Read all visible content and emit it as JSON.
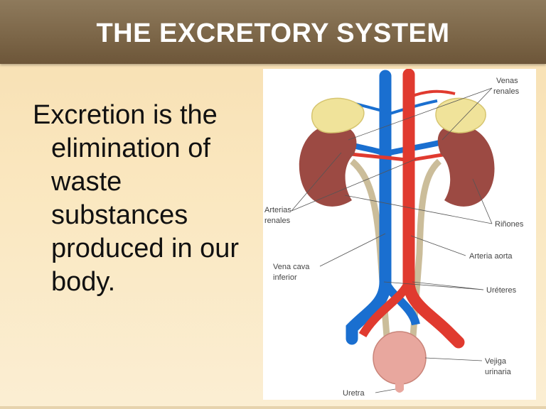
{
  "slide": {
    "title": "THE EXCRETORY SYSTEM",
    "body_lines": [
      "Excretion is the",
      "elimination of",
      "waste",
      "substances",
      "produced in our",
      "body."
    ]
  },
  "diagram": {
    "labels": {
      "venas_renales_1": "Venas",
      "venas_renales_2": "renales",
      "arterias_renales_1": "Arterias",
      "arterias_renales_2": "renales",
      "rinones": "Riñones",
      "arteria_aorta": "Arteria aorta",
      "vena_cava_1": "Vena cava",
      "vena_cava_2": "inferior",
      "ureteres": "Uréteres",
      "vejiga_1": "Vejiga",
      "vejiga_2": "urinaria",
      "uretra": "Uretra"
    },
    "colors": {
      "vein": "#1a6fd0",
      "artery": "#e03a2f",
      "kidney": "#9c4a43",
      "adrenal": "#f0e39a",
      "ureter": "#cbbd9a",
      "bladder": "#e8a79e"
    }
  }
}
